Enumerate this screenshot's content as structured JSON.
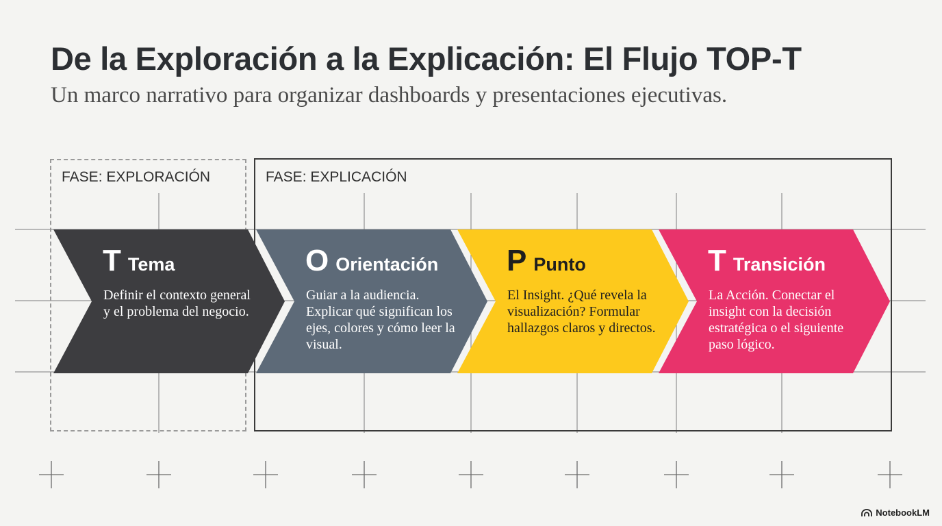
{
  "header": {
    "title": "De la Exploración a la Explicación: El Flujo TOP-T",
    "subtitle": "Un marco narrativo para organizar dashboards y presentaciones ejecutivas."
  },
  "phases": {
    "exploration_label": "FASE: EXPLORACIÓN",
    "explanation_label": "FASE: EXPLICACIÓN"
  },
  "steps": [
    {
      "letter": "T",
      "name": "Tema",
      "description": "Definir el contexto general y el problema del negocio.",
      "color": "#3d3d40",
      "text_tone": "light"
    },
    {
      "letter": "O",
      "name": "Orientación",
      "description": "Guiar a la audiencia. Explicar qué significan los ejes, colores y cómo leer la visual.",
      "color": "#5d6a78",
      "text_tone": "light"
    },
    {
      "letter": "P",
      "name": "Punto",
      "description": "El Insight. ¿Qué revela la visualización? Formular hallazgos claros y directos.",
      "color": "#fdc91c",
      "text_tone": "dark"
    },
    {
      "letter": "T",
      "name": "Transición",
      "description": "La Acción. Conectar el insight con la decisión estratégica o el siguiente paso lógico.",
      "color": "#e8336b",
      "text_tone": "light"
    }
  ],
  "branding": {
    "name": "NotebookLM",
    "icon": "notebooklm-logo-icon"
  }
}
